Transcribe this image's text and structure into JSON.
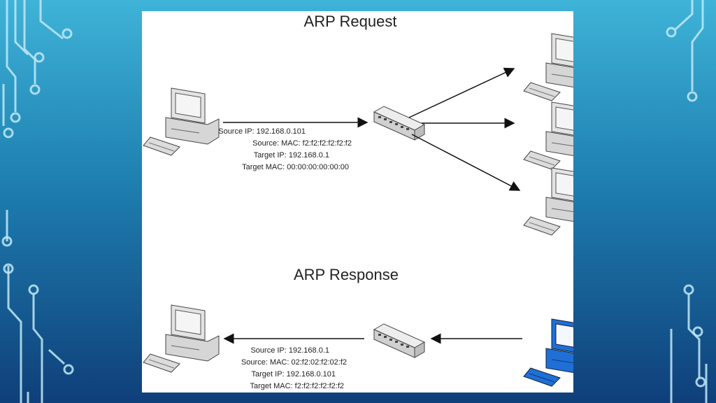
{
  "request": {
    "title": "ARP Request",
    "source_ip": "Source IP: 192.168.0.101",
    "source_mac": "Source: MAC: f2:f2:f2:f2:f2:f2",
    "target_ip": "Target IP: 192.168.0.1",
    "target_mac": "Target MAC: 00:00:00:00:00:00"
  },
  "response": {
    "title": "ARP Response",
    "source_ip": "Source IP: 192.168.0.1",
    "source_mac": "Source: MAC: 02:f2:02:f2:02:f2",
    "target_ip": "Target IP: 192.168.0.101",
    "target_mac": "Target MAC:  f2:f2:f2:f2:f2:f2"
  },
  "colors": {
    "bg_top": "#3fb3d8",
    "bg_bottom": "#0f3f7a",
    "computer_gray": "#d9d9d9",
    "computer_highlight": "#1f6fd6"
  }
}
